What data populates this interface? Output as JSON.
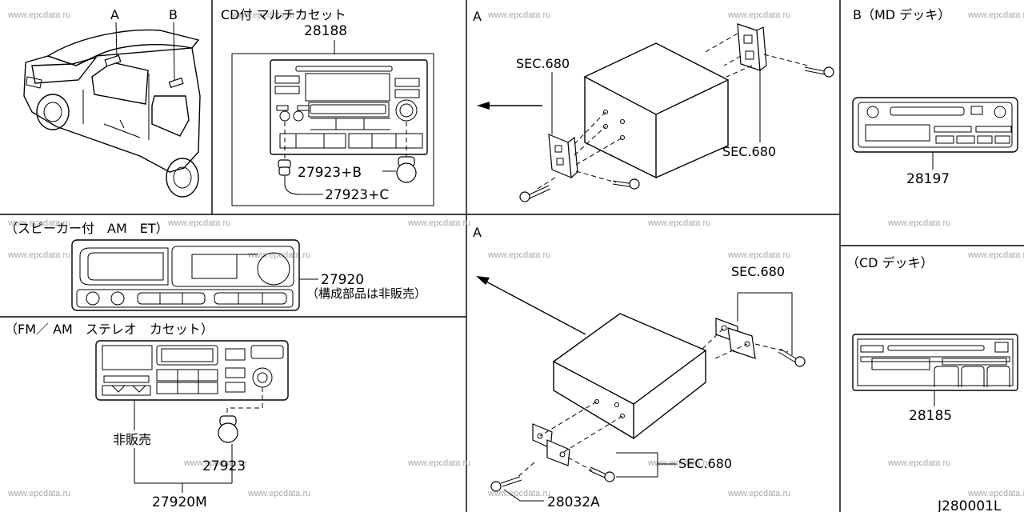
{
  "watermark": "www.epcdata.ru",
  "panels": {
    "vehicle": {
      "label_a": "A",
      "label_b": "B"
    },
    "cd_multi": {
      "title": "CD付 マルチカセット",
      "part_main": "28188",
      "part_knob_b": "27923+B",
      "part_knob_c": "27923+C"
    },
    "mount_upper": {
      "label": "A",
      "sec_left": "SEC.680",
      "sec_right": "SEC.680"
    },
    "md_deck": {
      "title": "B（MD デッキ）",
      "part": "28197"
    },
    "speaker_am": {
      "title": "（スピーカー付　AM　ET）",
      "part": "27920",
      "note": "（構成部品は非販売）"
    },
    "fm_am": {
      "title": "（FM／ AM　ステレオ　カセット）",
      "not_sold": "非販売",
      "part_knob": "27923",
      "part_main": "27920M"
    },
    "mount_lower": {
      "label": "A",
      "sec_top": "SEC.680",
      "sec_bottom": "SEC.680",
      "part_bracket": "28032A"
    },
    "cd_deck": {
      "title": "（CD デッキ）",
      "part": "28185"
    }
  },
  "footer": {
    "code": "J280001L"
  }
}
